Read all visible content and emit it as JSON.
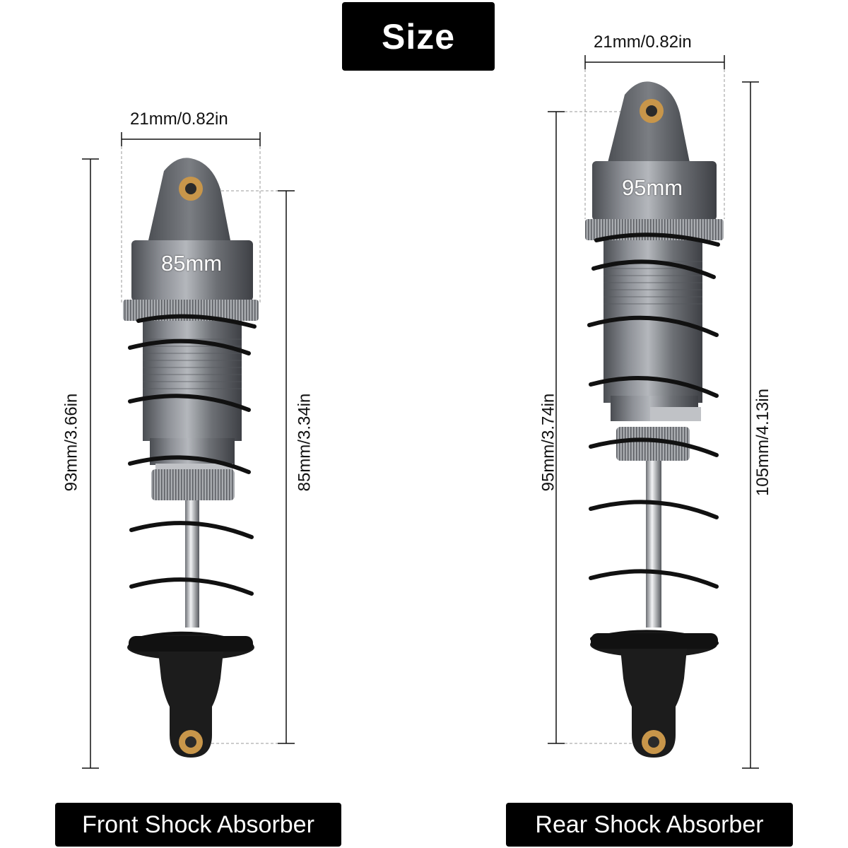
{
  "header": {
    "title": "Size"
  },
  "front": {
    "label": "Front Shock Absorber",
    "cap_size": "85mm",
    "width_dim": "21mm/0.82in",
    "overall_dim": "93mm/3.66in",
    "eye_to_eye_dim": "85mm/3.34in"
  },
  "rear": {
    "label": "Rear Shock Absorber",
    "cap_size": "95mm",
    "width_dim": "21mm/0.82in",
    "eye_to_eye_dim": "95mm/3.74in",
    "overall_dim": "105mm/4.13in"
  },
  "colors": {
    "body_metal": "#6a6d72",
    "body_light": "#9a9da2",
    "spring": "#111111",
    "bushing": "#c8964a",
    "background": "#ffffff",
    "label_bg": "#000000"
  }
}
